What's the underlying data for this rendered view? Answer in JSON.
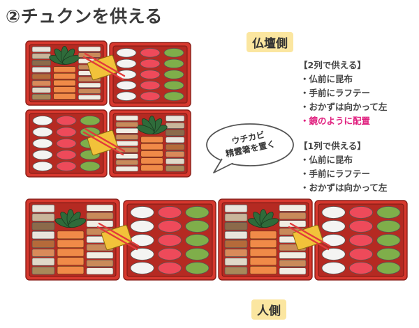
{
  "title": "②チュクンを供える",
  "labels": {
    "top": "仏壇側",
    "bottom": "人側"
  },
  "notes": {
    "two_rows": {
      "heading": "【2列で供える】",
      "items": [
        "・仏前に昆布",
        "・手前にラフテー",
        "・おかずは向かって左"
      ],
      "highlight": "・鏡のように配置"
    },
    "one_row": {
      "heading": "【1列で供える】",
      "items": [
        "・仏前に昆布",
        "・手前にラフテー",
        "・おかずは向かって左"
      ]
    }
  },
  "bubble": {
    "line1": "ウチカビ",
    "line2": "精霊箸を置く"
  },
  "colors": {
    "box_red": "#d7382e",
    "box_dark": "#b52a22",
    "highlight_pink": "#e0207f",
    "label_bg": "#fbe6a0",
    "mochi_white": "#f4f4f2",
    "mochi_red": "#ee4a5a",
    "mochi_green": "#7fae4a",
    "uchikabi_yellow": "#f2c23a"
  },
  "icons": [
    "okazu-box-icon",
    "mochi-box-icon",
    "uchikabi-chopsticks-icon"
  ]
}
